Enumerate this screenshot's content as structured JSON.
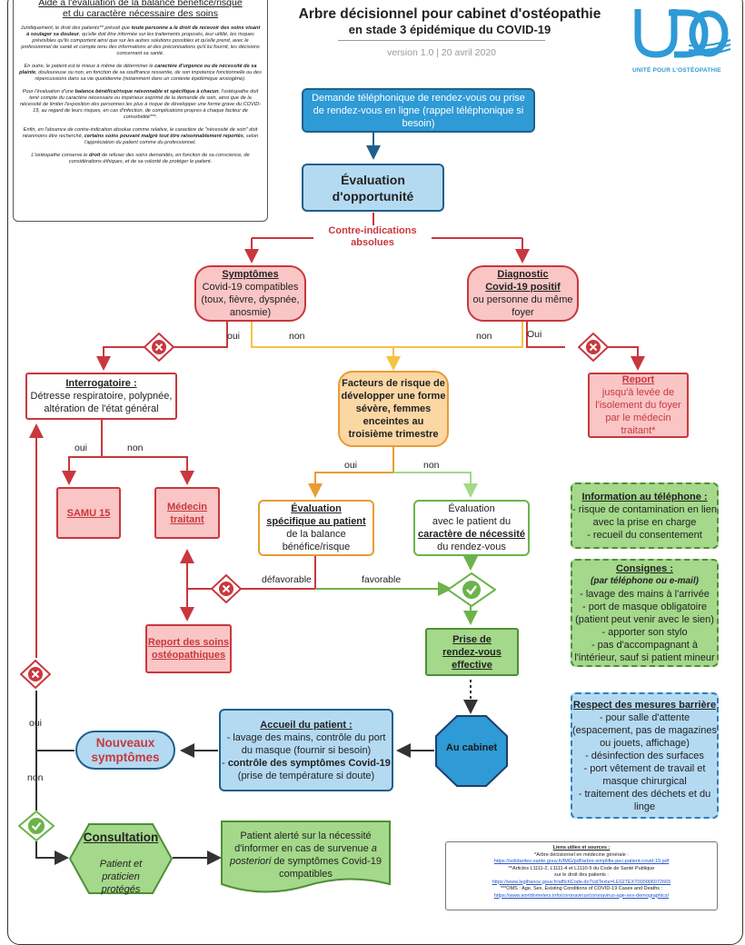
{
  "header": {
    "title_line1": "Arbre décisionnel pour cabinet d'ostéopathie",
    "title_line2": "en stade 3 épidémique du COVID-19",
    "version": "version 1.0  |  20 avril 2020"
  },
  "logo": {
    "caption": "UNITÉ POUR L'OSTÉOPATHIE"
  },
  "sidebar": {
    "title_line1": "Aide à l'évaluation de la balance bénéfice/risque",
    "title_line2": "et du caractère nécessaire des soins",
    "p1a": "Juridiquement, le droit des patients** prévoit que ",
    "p1b": "toute personne a le droit de recevoir des soins visant à soulager sa douleur",
    "p1c": ", qu'elle doit être informée sur les traitements proposés, leur utilité, les risques prévisibles qu'ils comportent ainsi que sur les autres solutions possibles et qu'elle prend, avec le professionnel de santé et compte tenu des informations et des préconisations qu'il lui fournit, les décisions concernant sa santé.",
    "p2a": "En outre, le patient est le mieux à même de déterminer le ",
    "p2b": "caractère d'urgence ou de nécessité de sa plainte",
    "p2c": ", douloureuse ou non, en fonction de sa souffrance ressentie, de son impotence fonctionnelle ou des répercussions dans sa vie quotidienne (notamment dans un contexte épidémique anxiogène).",
    "p3a": "Pour l'évaluation d'une ",
    "p3b": "balance bénéfice/risque raisonnable et spécifique à chacun",
    "p3c": ", l'ostéopathe doit tenir compte du caractère nécessaire ou impérieux exprimé de la demande de soin, ainsi que de la nécessité de limiter l'exposition des personnes les plus à risque de développer une forme grave du COVID-19, au regard de leurs risques, en cas d'infection, de complications propres à chaque facteur de comorbidité***.",
    "p4a": "Enfin, en l'absence de contre-indication absolue comme relative, le caractère de \"nécessité de soin\" doit néanmoins être recherché, ",
    "p4b": "certains soins pouvant malgré tout être raisonnablement reportés",
    "p4c": ", selon l'appréciation du patient comme du professionnel.",
    "p5a": "L'ostéopathe conserve le ",
    "p5b": "droit",
    "p5c": " de refuser des soins demandés, en fonction de sa conscience, de considérations éthiques, et de sa volonté de protéger le patient."
  },
  "nodes": {
    "demande": "Demande téléphonique de rendez-vous ou prise de rendez-vous en ligne (rappel téléphonique si besoin)",
    "evaluation_line1": "Évaluation",
    "evaluation_line2": "d'opportunité",
    "contre_ind_line1": "Contre-indications",
    "contre_ind_line2": "absolues",
    "symptomes_title": "Symptômes",
    "symptomes_body": "Covid-19 compatibles (toux, fièvre, dyspnée, anosmie)",
    "diagnostic_title1": "Diagnostic",
    "diagnostic_title2": "Covid-19 positif",
    "diagnostic_body": "ou personne du même foyer",
    "interrogatoire_title": "Interrogatoire :",
    "interrogatoire_body": "Détresse respiratoire, polypnée, altération de l'état général",
    "facteurs": "Facteurs de risque de développer une forme sévère, femmes enceintes au troisième trimestre",
    "report_title": "Report",
    "report_body": "jusqu'à levée de l'isolement du foyer par le médecin traitant*",
    "samu": "SAMU 15",
    "medecin_line1": "Médecin",
    "medecin_line2": "traitant",
    "eval_spec_title1": "Évaluation",
    "eval_spec_title2": "spécifique au patient",
    "eval_spec_body": "de la balance bénéfice/risque",
    "eval_nec_line1": "Évaluation",
    "eval_nec_line2": "avec le patient du",
    "eval_nec_title": "caractère de nécessité",
    "eval_nec_line3": "du rendez-vous",
    "report_soins_line1": "Report des soins",
    "report_soins_line2": "ostéopathiques",
    "prise_rdv_line1": "Prise de",
    "prise_rdv_line2": "rendez-vous",
    "prise_rdv_line3": "effective",
    "accueil_title": "Accueil du patient :",
    "accueil_line1": "- lavage des mains, contrôle du port du masque (fournir si besoin)",
    "accueil_line2_bold": "contrôle des symptômes Covid-19",
    "accueil_line3": "(prise de température si doute)",
    "au_cabinet": "Au cabinet",
    "nouveaux_line1": "Nouveaux",
    "nouveaux_line2": "symptômes",
    "consultation_title": "Consultation",
    "consultation_body": "Patient et praticien protégés",
    "patient_alerte_a": "Patient alerté sur la nécessité d'informer en cas de survenue ",
    "patient_alerte_b": "a posteriori",
    "patient_alerte_c": " de symptômes Covid-19 compatibles"
  },
  "edge_labels": {
    "oui": "oui",
    "non": "non",
    "Oui": "Oui",
    "defavorable": "défavorable",
    "favorable": "favorable"
  },
  "info_tel": {
    "title": "Information au téléphone :",
    "items": [
      "- risque de contamination en lien avec la prise en charge",
      "- recueil du consentement"
    ]
  },
  "consignes": {
    "title": "Consignes :",
    "subtitle": "(par téléphone ou e-mail)",
    "items": [
      "- lavage des mains à l'arrivée",
      "- port de masque obligatoire (patient peut venir avec le sien)",
      "- apporter son stylo",
      "- pas d'accompagnant à l'intérieur, sauf si patient mineur"
    ]
  },
  "barriere": {
    "title": "Respect des mesures barrière",
    "items": [
      "- pour salle d'attente (espacement, pas de magazines ou jouets, affichage)",
      "- désinfection des surfaces",
      "- port vêtement de travail et masque chirurgical",
      "- traitement des déchets et du linge"
    ]
  },
  "sources": {
    "title": "Liens utiles et sources :",
    "l1": "*Arbre décisionnel en médecine générale :",
    "u1": "https://solidarites-sante.gouv.fr/IMG/pdf/arbre-simplifie-pec-patient-covid-19.pdf",
    "l2": "**Articles L1111-2, L1111-4 et L1110-5 du Code de Santé Publique",
    "l2b": "sur le droit des patients :",
    "u2": "https://www.legifrance.gouv.fr/affichCode.do?cidTexte=LEGITEXT000006072665",
    "l3": "***OMS : Age, Sex, Existing Conditions of COVID-19 Cases and Deaths :",
    "u3": "https://www.worldometers.info/coronavirus/coronavirus-age-sex-demographics/"
  },
  "colors": {
    "red": "#c8383e",
    "blue_dark": "#1f5f8b",
    "blue": "#2e9ad6",
    "green": "#6cb34a",
    "orange": "#e89c34",
    "yellow": "#f5c242"
  }
}
